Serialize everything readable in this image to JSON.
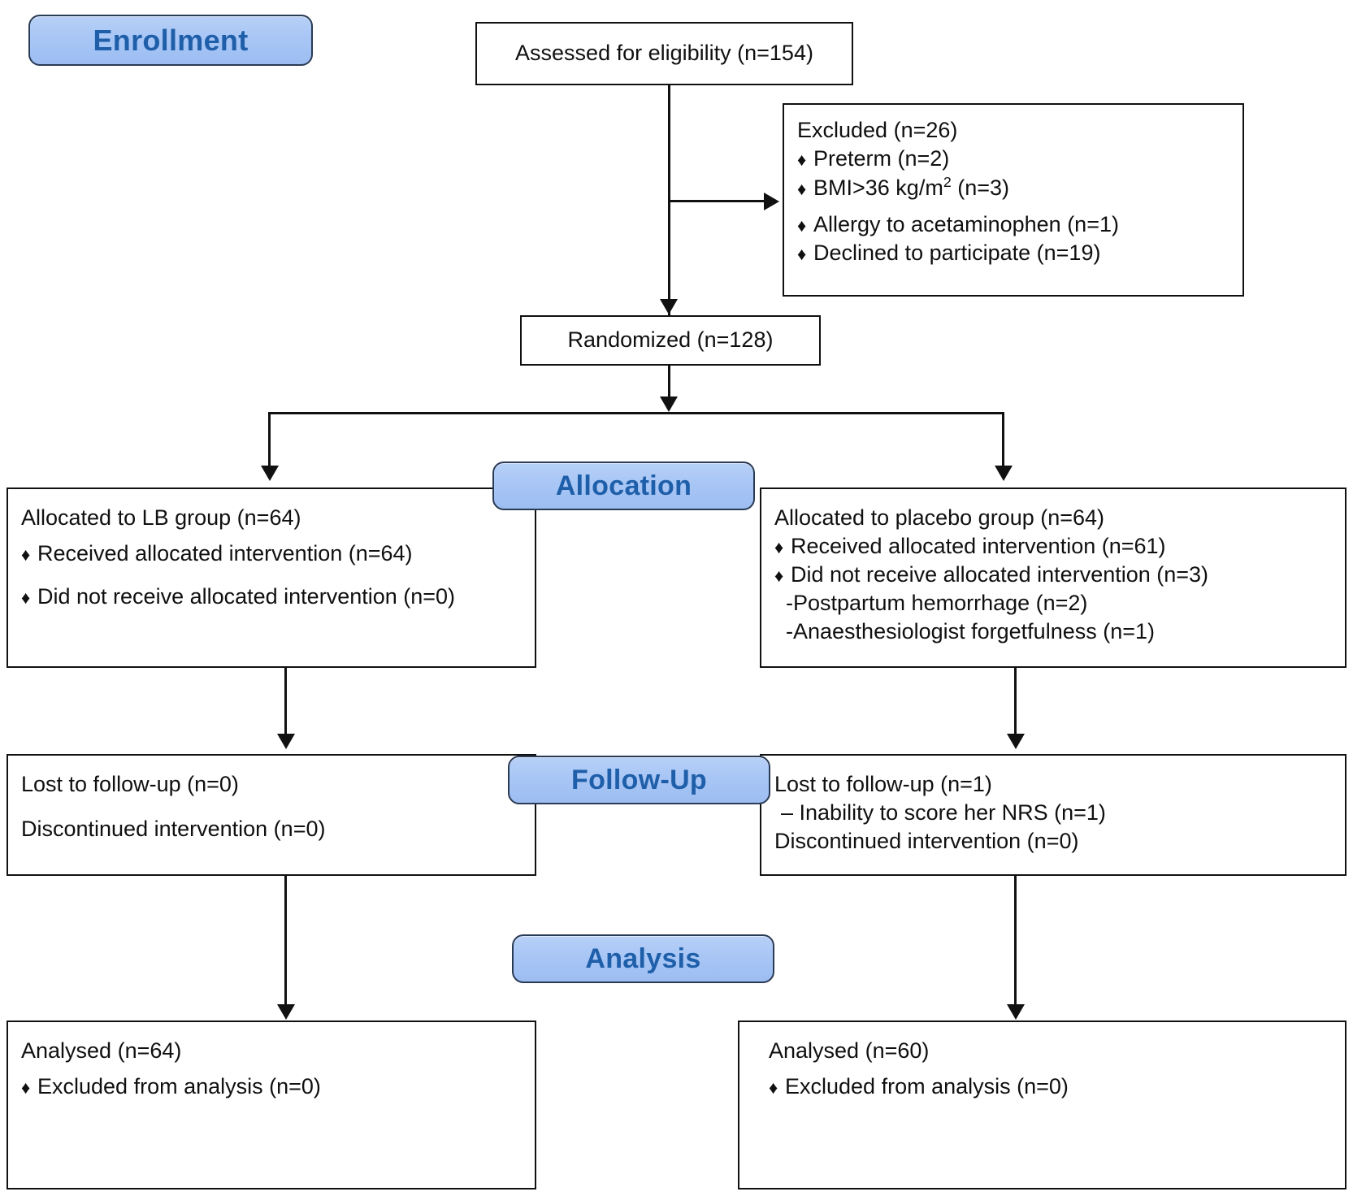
{
  "diagram": {
    "title": "CONSORT participant flow diagram",
    "accent_color": "#a8c6f5",
    "badge_text_color": "#1f5fa9",
    "line_color": "#111111"
  },
  "stages": {
    "enrollment": "Enrollment",
    "allocation": "Allocation",
    "followup": "Follow-Up",
    "analysis": "Analysis"
  },
  "boxes": {
    "assessed": {
      "text": "Assessed for eligibility (n=154)"
    },
    "excluded": {
      "heading": "Excluded (n=26)",
      "items": [
        "Preterm (n=2)",
        "BMI>36 kg/m² (n=3)",
        "Allergy to acetaminophen (n=1)",
        "Declined to participate (n=19)"
      ],
      "item_bmi_prefix": "BMI>36 kg/m",
      "item_bmi_sup": "2",
      "item_bmi_suffix": " (n=3)"
    },
    "randomized": {
      "text": "Randomized (n=128)"
    },
    "alloc_left": {
      "heading": "Allocated to LB group (n=64)",
      "items": [
        "Received allocated intervention (n=64)",
        "Did not receive allocated intervention (n=0)"
      ]
    },
    "alloc_right": {
      "heading": "Allocated to placebo group (n=64)",
      "items": [
        "Received allocated intervention (n=61)",
        "Did not receive allocated intervention (n=3)"
      ],
      "subitems": [
        "-Postpartum hemorrhage (n=2)",
        "-Anaesthesiologist forgetfulness (n=1)"
      ]
    },
    "followup_left": {
      "line1": "Lost to follow-up (n=0)",
      "line2": "Discontinued intervention (n=0)"
    },
    "followup_right": {
      "line1": "Lost to follow-up (n=1)",
      "line1_sub": "– Inability to score her NRS (n=1)",
      "line2": "Discontinued intervention (n=0)"
    },
    "analysis_left": {
      "heading": "Analysed (n=64)",
      "items": [
        "Excluded from analysis (n=0)"
      ]
    },
    "analysis_right": {
      "heading": "Analysed (n=60)",
      "items": [
        "Excluded from analysis (n=0)"
      ]
    }
  },
  "icons": {
    "bullet": "♦"
  },
  "chart_data": {
    "type": "table",
    "title": "CONSORT flow",
    "nodes": [
      {
        "id": "assessed",
        "label": "Assessed for eligibility",
        "n": 154
      },
      {
        "id": "excluded",
        "label": "Excluded",
        "n": 26
      },
      {
        "id": "excluded-preterm",
        "label": "Preterm",
        "n": 2
      },
      {
        "id": "excluded-bmi",
        "label": "BMI>36 kg/m2",
        "n": 3
      },
      {
        "id": "excluded-allergy",
        "label": "Allergy to acetaminophen",
        "n": 1
      },
      {
        "id": "excluded-declined",
        "label": "Declined to participate",
        "n": 19
      },
      {
        "id": "randomized",
        "label": "Randomized",
        "n": 128
      },
      {
        "id": "alloc-lb",
        "label": "Allocated to LB group",
        "n": 64
      },
      {
        "id": "alloc-lb-received",
        "label": "Received allocated intervention",
        "n": 64
      },
      {
        "id": "alloc-lb-notreceived",
        "label": "Did not receive allocated intervention",
        "n": 0
      },
      {
        "id": "alloc-placebo",
        "label": "Allocated to placebo group",
        "n": 64
      },
      {
        "id": "alloc-placebo-received",
        "label": "Received allocated intervention",
        "n": 61
      },
      {
        "id": "alloc-placebo-notreceived",
        "label": "Did not receive allocated intervention",
        "n": 3
      },
      {
        "id": "alloc-placebo-pph",
        "label": "Postpartum hemorrhage",
        "n": 2
      },
      {
        "id": "alloc-placebo-forget",
        "label": "Anaesthesiologist forgetfulness",
        "n": 1
      },
      {
        "id": "fu-lb-lost",
        "label": "Lost to follow-up (LB)",
        "n": 0
      },
      {
        "id": "fu-lb-disc",
        "label": "Discontinued intervention (LB)",
        "n": 0
      },
      {
        "id": "fu-pl-lost",
        "label": "Lost to follow-up (placebo)",
        "n": 1
      },
      {
        "id": "fu-pl-nrs",
        "label": "Inability to score her NRS",
        "n": 1
      },
      {
        "id": "fu-pl-disc",
        "label": "Discontinued intervention (placebo)",
        "n": 0
      },
      {
        "id": "an-lb",
        "label": "Analysed (LB)",
        "n": 64
      },
      {
        "id": "an-lb-excl",
        "label": "Excluded from analysis (LB)",
        "n": 0
      },
      {
        "id": "an-pl",
        "label": "Analysed (placebo)",
        "n": 60
      },
      {
        "id": "an-pl-excl",
        "label": "Excluded from analysis (placebo)",
        "n": 0
      }
    ]
  }
}
